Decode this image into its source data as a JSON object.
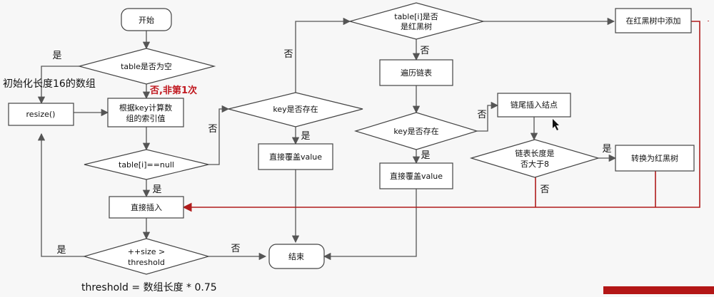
{
  "diagram": {
    "nodes": {
      "start": "开始",
      "table_empty": "table是否为空",
      "resize": "resize()",
      "compute_index_l1": "根据key计算数",
      "compute_index_l2": "组的索引值",
      "table_i_null": "table[i]==null",
      "direct_insert": "直接插入",
      "size_check_l1": "++size >",
      "size_check_l2": "threshold",
      "end": "结束",
      "key_exists_1": "key是否存在",
      "overwrite_1": "直接覆盖value",
      "is_tree_l1": "table[i]是否",
      "is_tree_l2": "是红黑树",
      "traverse_list": "遍历链表",
      "key_exists_2": "key是否存在",
      "overwrite_2": "直接覆盖value",
      "tail_insert": "链尾插入结点",
      "list_len_l1": "链表长度是",
      "list_len_l2": "否大于8",
      "to_tree": "转换为红黑树",
      "tree_add": "在红黑树中添加"
    },
    "labels": {
      "yes_empty": "是",
      "init_array": "初始化长度16的数组",
      "no_not_first": "否,非第1次",
      "no_null": "否",
      "yes_null": "是",
      "yes_size": "是",
      "no_size": "否",
      "no_key1": "否",
      "yes_key1": "是",
      "no_tree": "否",
      "yes_key2": "是",
      "no_key2": "否",
      "yes_len": "是",
      "no_len": "否",
      "threshold_formula": "threshold = 数组长度 * 0.75"
    }
  }
}
